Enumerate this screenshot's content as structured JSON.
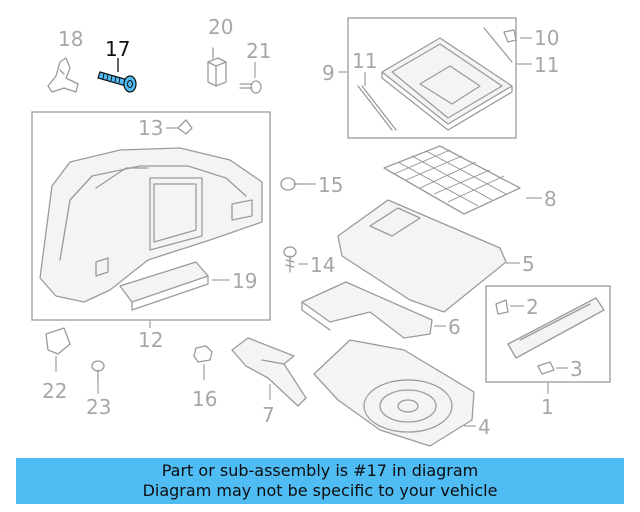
{
  "diagram": {
    "highlight_color": "#4fbcf4",
    "highlighted_part": "17",
    "callouts": {
      "c1": "1",
      "c2": "2",
      "c3": "3",
      "c4": "4",
      "c5": "5",
      "c6": "6",
      "c7": "7",
      "c8": "8",
      "c9": "9",
      "c10": "10",
      "c11a": "11",
      "c11b": "11",
      "c12": "12",
      "c13": "13",
      "c14": "14",
      "c15": "15",
      "c16": "16",
      "c17": "17",
      "c18": "18",
      "c19": "19",
      "c20": "20",
      "c21": "21",
      "c22": "22",
      "c23": "23"
    }
  },
  "banner": {
    "line1": "Part or sub-assembly is #17 in diagram",
    "line2": "Diagram may not be specific to your vehicle"
  }
}
